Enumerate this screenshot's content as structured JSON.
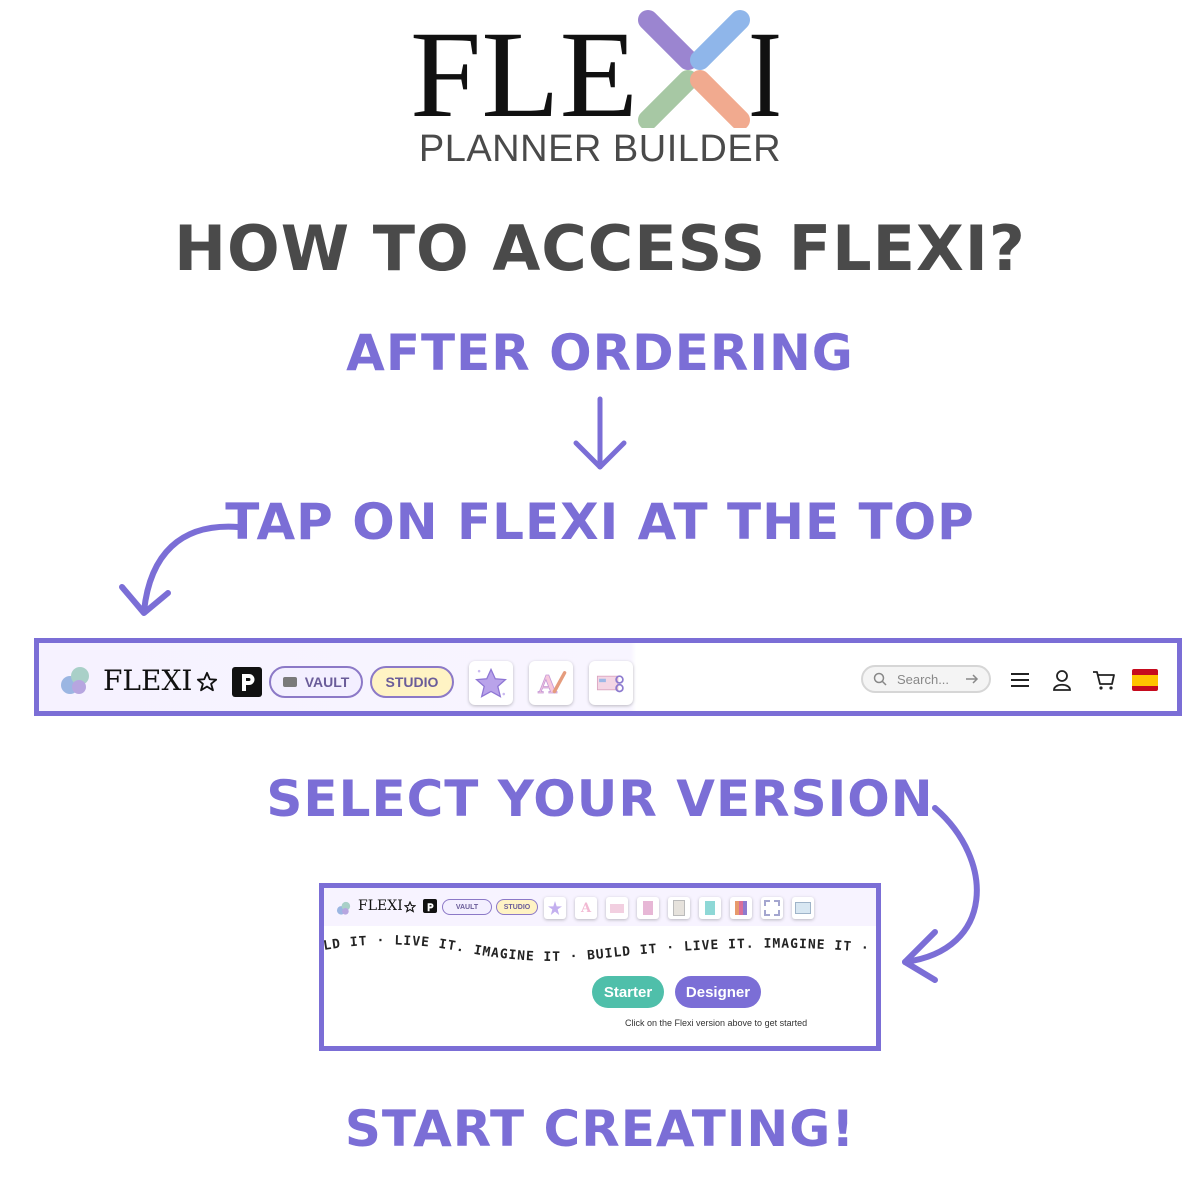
{
  "logo": {
    "wordmark": "FLEXI",
    "subtitle": "PLANNER BUILDER",
    "stroke_colors": [
      "#9b85d0",
      "#8fb6ea",
      "#a7c8a4",
      "#f1aa8f"
    ]
  },
  "headline": "HOW TO ACCESS FLEXI?",
  "steps": {
    "after_ordering": "AFTER ORDERING",
    "tap_on_flexi": "TAP ON FLEXI AT THE TOP",
    "select_version": "SELECT YOUR VERSION",
    "start_creating": "START CREATING!"
  },
  "colors": {
    "accent": "#7b6ed6",
    "heading": "#4a4a4a",
    "starter": "#4fbfaa",
    "designer": "#7b6ed6"
  },
  "header_bar": {
    "brand": "FLEXI",
    "star_icon": "star-outline-icon",
    "p_icon": "p-app-icon",
    "vault_label": "VAULT",
    "studio_label": "STUDIO",
    "tiles": [
      "star-sticker-icon",
      "letter-a-pencil-icon",
      "scissors-craft-icon"
    ],
    "search_placeholder": "Search...",
    "icons": [
      "menu-icon",
      "account-icon",
      "cart-icon",
      "spain-flag-icon"
    ]
  },
  "preview": {
    "brand": "FLEXI",
    "vault_label": "VAULT",
    "studio_label": "STUDIO",
    "curved_text": "LD IT · LIVE IT. IMAGINE IT · BUILD IT · LIVE IT. IMAGINE IT ·",
    "starter_label": "Starter",
    "designer_label": "Designer",
    "note": "Click on the Flexi version above to get started"
  }
}
